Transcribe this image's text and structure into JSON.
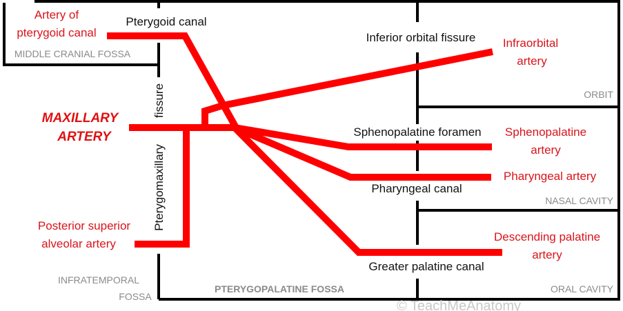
{
  "colors": {
    "artery": "#ff0000",
    "artery_label": "#d9141b",
    "wall": "#000000",
    "region_label": "#8a8a8a"
  },
  "main_label": {
    "line1": "MAXILLARY",
    "line2": "ARTERY"
  },
  "arteries": {
    "pterygoid": {
      "line1": "Artery of",
      "line2": "pterygoid canal"
    },
    "infraorbital": {
      "line1": "Infraorbital",
      "line2": "artery"
    },
    "sphenopalatine": {
      "line1": "Sphenopalatine",
      "line2": "artery"
    },
    "pharyngeal": "Pharyngeal artery",
    "psa": {
      "line1": "Posterior superior",
      "line2": "alveolar artery"
    },
    "descending_palatine": {
      "line1": "Descending palatine",
      "line2": "artery"
    }
  },
  "passages": {
    "pterygoid_canal": "Pterygoid canal",
    "inferior_orbital_fissure": "Inferior orbital fissure",
    "sphenopalatine_foramen": "Sphenopalatine foramen",
    "pharyngeal_canal": "Pharyngeal canal",
    "greater_palatine_canal": "Greater palatine canal",
    "ptm_fissure_top": "fissure",
    "ptm_fissure_bottom": "Pterygomaxillary"
  },
  "regions": {
    "middle_cranial_fossa": "MIDDLE CRANIAL FOSSA",
    "orbit": "ORBIT",
    "nasal_cavity": "NASAL CAVITY",
    "oral_cavity": "ORAL CAVITY",
    "infratemporal_line1": "INFRATEMPORAL",
    "infratemporal_line2": "FOSSA",
    "pterygopalatine_fossa": "PTERYGOPALATINE FOSSA"
  },
  "watermark": "© TeachMeAnatomy"
}
